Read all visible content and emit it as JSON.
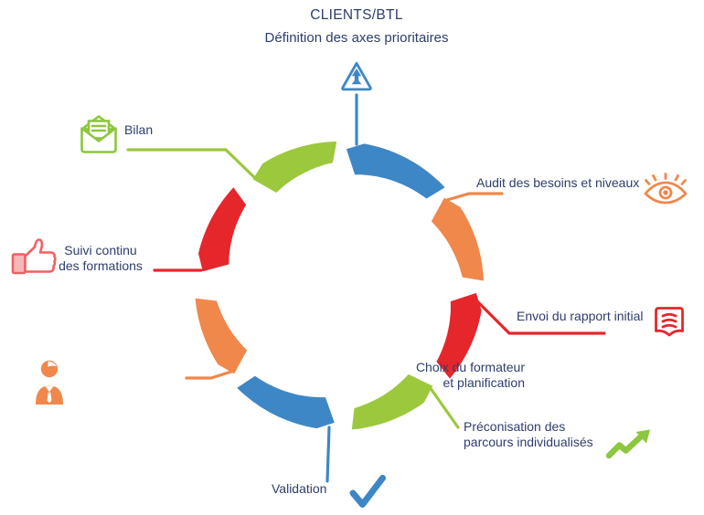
{
  "diagram": {
    "title": "CLIENTS/BTL",
    "subtitle": "Définition des axes prioritaires",
    "text_color": "#2d3e6b",
    "palette": {
      "blue": "#3e87c6",
      "orange": "#f0874b",
      "red": "#e5262b",
      "green": "#9cc83d"
    },
    "steps": [
      {
        "id": "definition",
        "label_lines": [],
        "color": "#3e87c6",
        "icon_color": "#3e87c6",
        "icon": "warning-triangle-icon",
        "arc": {
          "start": 6,
          "end": 47
        }
      },
      {
        "id": "audit",
        "label_lines": [
          "Audit des besoins et niveaux"
        ],
        "color": "#f0874b",
        "icon_color": "#f0874b",
        "icon": "eye-icon",
        "arc": {
          "start": 53,
          "end": 88
        }
      },
      {
        "id": "envoi",
        "label_lines": [
          "Envoi du rapport initial"
        ],
        "color": "#e5262b",
        "icon_color": "#e5262b",
        "icon": "open-book-icon",
        "arc": {
          "start": 96,
          "end": 130
        }
      },
      {
        "id": "preconisation",
        "label_lines": [
          "Préconisation des",
          "parcours individualisés"
        ],
        "color": "#9cc83d",
        "icon_color": "#8dc63f",
        "icon": "trend-up-arrow-icon",
        "arc": {
          "start": 140,
          "end": 175
        }
      },
      {
        "id": "validation",
        "label_lines": [
          "Validation"
        ],
        "color": "#3e87c6",
        "icon_color": "#3e87c6",
        "icon": "checkmark-icon",
        "arc": {
          "start": 185,
          "end": 225
        }
      },
      {
        "id": "choix",
        "label_lines": [
          "Choix du formateur",
          "et planification"
        ],
        "color": "#f0874b",
        "icon_color": "#f0874b",
        "icon": "person-icon",
        "arc": {
          "start": 233,
          "end": 265
        }
      },
      {
        "id": "suivi",
        "label_lines": [
          "Suivi continu",
          "des formations"
        ],
        "color": "#e5262b",
        "icon_color": "#ee6164",
        "icon": "thumbs-up-icon",
        "arc": {
          "start": 279,
          "end": 313
        }
      },
      {
        "id": "bilan",
        "label_lines": [
          "Bilan"
        ],
        "color": "#9cc83d",
        "icon_color": "#8dc63f",
        "icon": "open-envelope-icon",
        "arc": {
          "start": 324,
          "end": 359
        }
      }
    ]
  }
}
